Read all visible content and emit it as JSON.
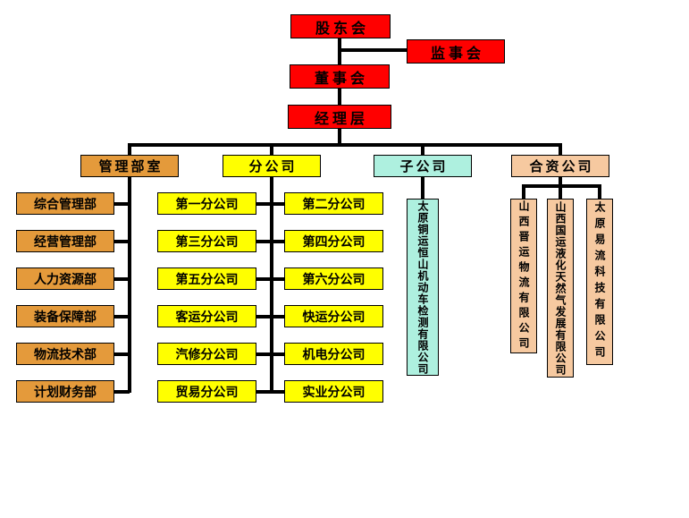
{
  "org": {
    "shareholders": "股东会",
    "supervisory": "监事会",
    "board": "董事会",
    "managers": "经理层",
    "departments": {
      "header": "管理部室",
      "items": [
        "综合管理部",
        "经营管理部",
        "人力资源部",
        "装备保障部",
        "物流技术部",
        "计划财务部"
      ]
    },
    "branch_companies": {
      "header": "分公司",
      "left_column": [
        "第一分公司",
        "第三分公司",
        "第五分公司",
        "客运分公司",
        "汽修分公司",
        "贸易分公司"
      ],
      "right_column": [
        "第二分公司",
        "第四分公司",
        "第六分公司",
        "快运分公司",
        "机电分公司",
        "实业分公司"
      ]
    },
    "subsidiaries": {
      "header": "子公司",
      "items": [
        "太原铜运恒山机动车检测有限公司"
      ]
    },
    "joint_ventures": {
      "header": "合资公司",
      "items": [
        "山西晋运物流有限公司",
        "山西国运液化天然气发展有限公司",
        "太原易流科技有限公司"
      ]
    },
    "colors": {
      "top_level": "#ff0000",
      "departments": "#e49a3b",
      "branch_companies": "#ffff00",
      "subsidiaries": "#aef0df",
      "joint_ventures": "#f6c9a0",
      "connector": "#000000"
    }
  }
}
